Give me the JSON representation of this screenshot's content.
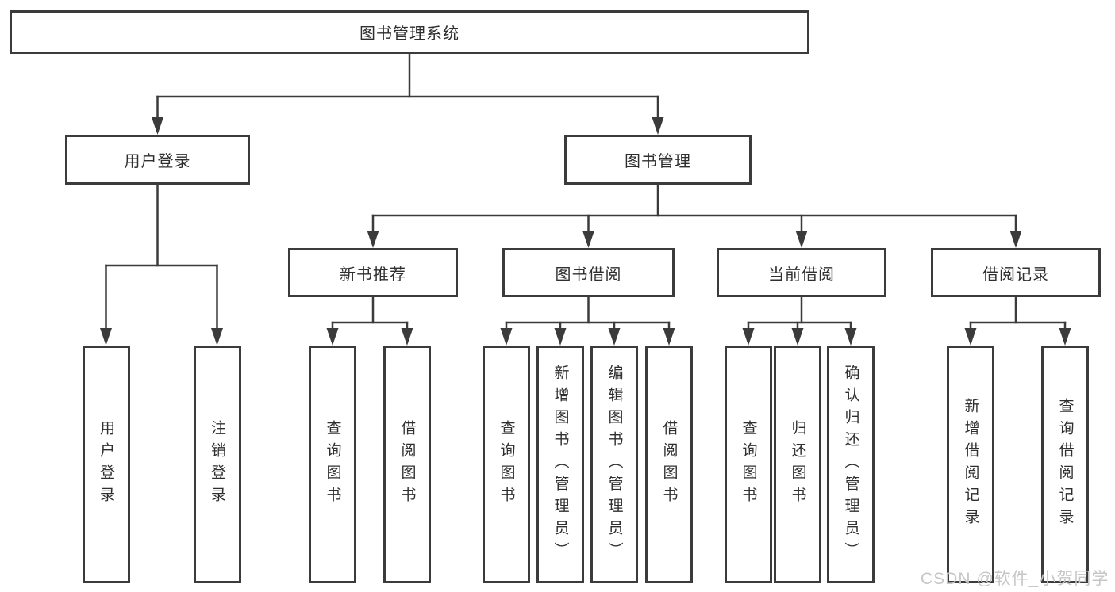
{
  "diagram": {
    "root": {
      "label": "图书管理系统"
    },
    "level2": [
      {
        "label": "用户登录",
        "parent": "图书管理系统"
      },
      {
        "label": "图书管理",
        "parent": "图书管理系统"
      }
    ],
    "level3": [
      {
        "label": "新书推荐",
        "parent": "图书管理"
      },
      {
        "label": "图书借阅",
        "parent": "图书管理"
      },
      {
        "label": "当前借阅",
        "parent": "图书管理"
      },
      {
        "label": "借阅记录",
        "parent": "图书管理"
      }
    ],
    "leaves": [
      {
        "label": "用户登录",
        "parent": "用户登录"
      },
      {
        "label": "注销登录",
        "parent": "用户登录"
      },
      {
        "label": "查询图书",
        "parent": "新书推荐"
      },
      {
        "label": "借阅图书",
        "parent": "新书推荐"
      },
      {
        "label": "查询图书",
        "parent": "图书借阅"
      },
      {
        "label": "新增图书（管理员）",
        "parent": "图书借阅"
      },
      {
        "label": "编辑图书（管理员）",
        "parent": "图书借阅"
      },
      {
        "label": "借阅图书",
        "parent": "图书借阅"
      },
      {
        "label": "查询图书",
        "parent": "当前借阅"
      },
      {
        "label": "归还图书",
        "parent": "当前借阅"
      },
      {
        "label": "确认归还（管理员）",
        "parent": "当前借阅"
      },
      {
        "label": "新增借阅记录",
        "parent": "借阅记录"
      },
      {
        "label": "查询借阅记录",
        "parent": "借阅记录"
      }
    ]
  },
  "watermark": "CSDN @软件_小贺同学",
  "colors": {
    "background": "#ffffff",
    "box_border": "#3b3b3b",
    "line": "#3b3b3b",
    "text": "#2f2f2f",
    "watermark": "#c6c6c6"
  }
}
